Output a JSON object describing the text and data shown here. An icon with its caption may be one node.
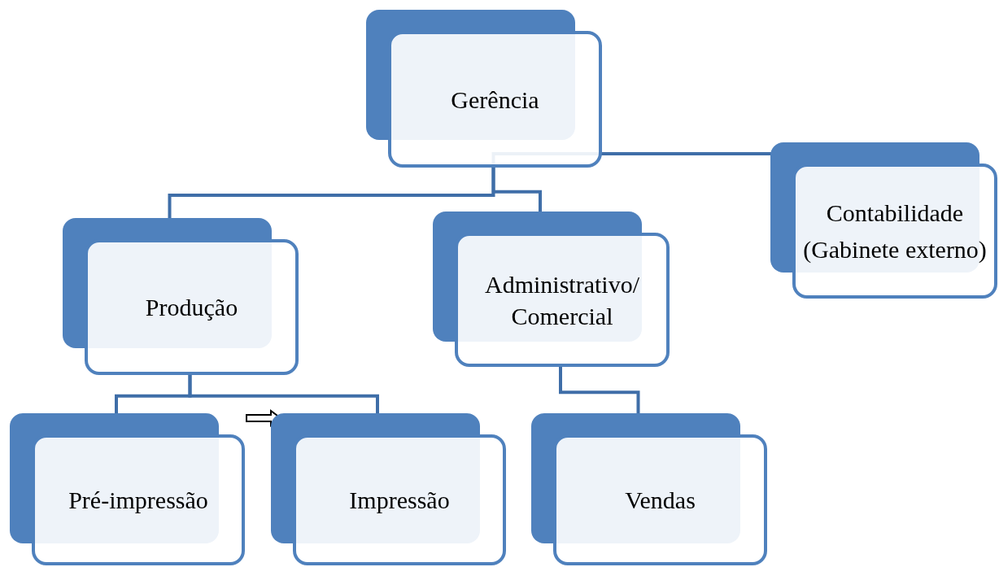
{
  "diagram": {
    "nodes": [
      {
        "text": [
          "Gerência"
        ]
      },
      {
        "text": [
          "Produção"
        ]
      },
      {
        "text": [
          "Administrativo/ Comercial"
        ]
      },
      {
        "text": [
          "Contabilidade",
          "(Gabinete externo)"
        ]
      },
      {
        "text": [
          "Pré-impressão"
        ]
      },
      {
        "text": [
          "Impressão"
        ]
      },
      {
        "text": [
          "Vendas"
        ]
      }
    ],
    "edges": [
      {
        "from": 0,
        "to": 1,
        "arrow": "none"
      },
      {
        "from": 0,
        "to": 2,
        "arrow": "none"
      },
      {
        "from": 0,
        "to": 3,
        "arrow": "none"
      },
      {
        "from": 1,
        "to": 4,
        "arrow": "none"
      },
      {
        "from": 1,
        "to": 5,
        "arrow": "none"
      },
      {
        "from": 2,
        "to": 6,
        "arrow": "none"
      },
      {
        "from": null,
        "to": 5,
        "arrow": "to"
      }
    ]
  }
}
